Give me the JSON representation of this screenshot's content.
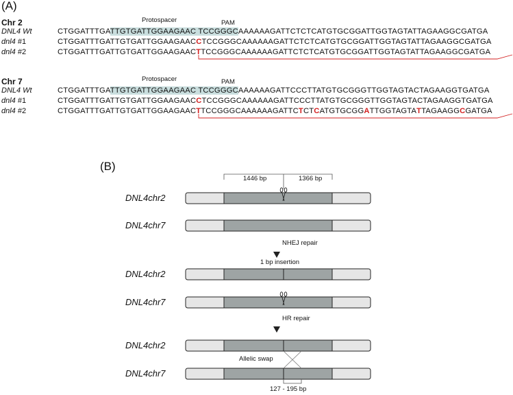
{
  "panel_a_label": "(A)",
  "panel_b_label": "(B)",
  "blocks": [
    {
      "chr": "Chr 2",
      "protospacer": "Protospacer",
      "pam": "PAM",
      "rows": [
        {
          "name_i": "DNL4 Wt",
          "name_s": "",
          "pre": "CTGGATTTGA",
          "hl": "TTGTGATTGGAAGAAC TCCGGGC",
          "post": "AAAAAAGATTCTCTCATGTGCGGATTGGTAGTATTAGAAGGCGATGA"
        },
        {
          "name_i": "dnl4",
          "name_s": " #1",
          "pre": "CTGGATTTGATTGTGATTGGAAGAAC",
          "ins": "C",
          "post": "TCCGGGCAAAAAAGATTCTCTCATGTGCGGATTGGTAGTATTAGAAGGCGATGA"
        },
        {
          "name_i": "dnl4",
          "name_s": " #2",
          "pre": "CTGGATTTGATTGTGATTGGAAGAAC",
          "ins": "T",
          "post": "TCCGGGCAAAAAAGATTCTCTCATGTGCGGATTGGTAGTATTAGAAGGCGATGA"
        }
      ]
    },
    {
      "chr": "Chr 7",
      "protospacer": "Protospacer",
      "pam": "PAM",
      "rows": [
        {
          "name_i": "DNL4 Wt",
          "name_s": "",
          "pre": "CTGGATTTGA",
          "hl": "TTGTGATTGGAAGAAC TCCGGGC",
          "post": "AAAAAAGATTCCCTTATGTGCGGGTTGGTAGTACTAGAAGGTGATGA"
        },
        {
          "name_i": "dnl4",
          "name_s": " #1",
          "pre": "CTGGATTTGATTGTGATTGGAAGAAC",
          "ins": "C",
          "post": "TCCGGGCAAAAAAGATTCCCTTATGTGCGGGTTGGTAGTACTAGAAGGTGATGA"
        },
        {
          "name_i": "dnl4",
          "name_s": " #2",
          "pre": "CTGGATTTGATTGTGATTGGAAGAAC",
          "ins": "T",
          "post": "TCCGGGCAAAAAAGATTC",
          "m1": "T",
          "p2": "CT",
          "m2": "C",
          "p3": "ATGTGCGG",
          "m3": "A",
          "p4": "TTGGTAGTA",
          "m4": "T",
          "p5": "TAGAAGG",
          "m5": "C",
          "p6": "GATGA"
        }
      ]
    }
  ],
  "diagram": {
    "dist_left": "1446 bp",
    "dist_right": "1366 bp",
    "gene_chr2": "DNL4chr2",
    "gene_chr7": "DNL4chr7",
    "nhej": "NHEJ repair",
    "insertion": "1 bp insertion",
    "hr": "HR repair",
    "swap": "Allelic swap",
    "swap_range": "127 - 195 bp"
  },
  "colors": {
    "highlight": "#c9dede",
    "mutation": "#d31f1f",
    "gene_outer": "#e6e6e6",
    "gene_core": "#9ea4a4"
  }
}
